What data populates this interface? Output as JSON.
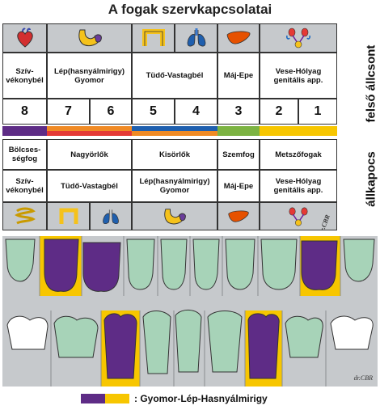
{
  "title": "A fogak szervkapcsolatai",
  "side_labels": {
    "upper": "felső állcsont",
    "lower": "állkapocs"
  },
  "upper_organs": [
    "Szív-\nvékonybél",
    "Lép(hasnyálmirigy)\nGyomor",
    "Tüdő-Vastagbél",
    "Máj-Epe",
    "Vese-Hólyag\ngenitális app."
  ],
  "numbers": [
    "8",
    "7",
    "6",
    "5",
    "4",
    "3",
    "2",
    "1"
  ],
  "tooth_types": [
    "Bölcses-\nségfog",
    "Nagyörlők",
    "Kisörlők",
    "Szemfog",
    "Metszőfogak"
  ],
  "lower_organs": [
    "Szív-\nvékonybél",
    "Tüdő-Vastagbél",
    "Lép(hasnyálmirigy)\nGyomor",
    "Máj-Epe",
    "Vese-Hólyag\ngenitális app."
  ],
  "signature": "dr.CBR",
  "legend": {
    "label": ": Gyomor-Lép-Hasnyálmirigy"
  },
  "organ_icons_upper": [
    "heart-icon",
    "stomach-icon",
    "intestine-icon",
    "lungs-icon",
    "liver-icon",
    "kidney-bladder-icon"
  ],
  "organ_icons_lower": [
    "small-intestine-icon",
    "large-intestine-icon",
    "lungs-icon",
    "stomach-icon",
    "liver-icon",
    "kidney-bladder-icon"
  ],
  "colors": {
    "purple": "#5e2c86",
    "yellow": "#f7c600",
    "red": "#e53935",
    "orange": "#f08a24",
    "blue": "#1f5fae",
    "green": "#7cb342",
    "tooth_green": "#a7d3b8",
    "gray": "#c6c9cc"
  }
}
